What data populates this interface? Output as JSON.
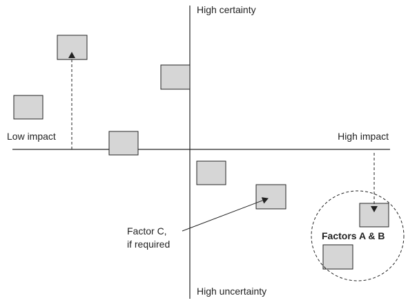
{
  "axes": {
    "top_label": "High certainty",
    "bottom_label": "High uncertainty",
    "left_label": "Low impact",
    "right_label": "High impact"
  },
  "annotations": {
    "factor_c_line1": "Factor C,",
    "factor_c_line2": "if required",
    "factors_ab": "Factors A & B"
  },
  "colors": {
    "box_fill": "#d6d6d6",
    "stroke": "#222222"
  }
}
